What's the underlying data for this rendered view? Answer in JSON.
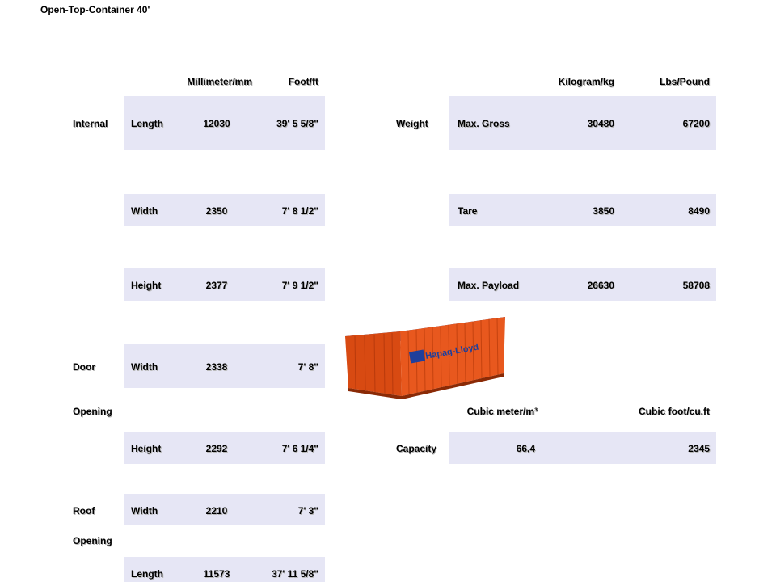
{
  "title": "Open-Top-Container  40'",
  "left_table": {
    "col_mm": "Millimeter/mm",
    "col_ft": "Foot/ft",
    "sections": {
      "internal": "Internal",
      "door": "Door",
      "opening1": "Opening",
      "roof": "Roof",
      "opening2": "Opening"
    },
    "rows": [
      {
        "label": "Length",
        "mm": "12030",
        "ft": "39' 5 5/8\""
      },
      {
        "label": "Width",
        "mm": "2350",
        "ft": "7' 8 1/2\""
      },
      {
        "label": "Height",
        "mm": "2377",
        "ft": "7' 9 1/2\""
      },
      {
        "label": "Width",
        "mm": "2338",
        "ft": "7' 8\""
      },
      {
        "label": "Height",
        "mm": "2292",
        "ft": "7' 6 1/4\""
      },
      {
        "label": "Width",
        "mm": "2210",
        "ft": "7' 3\""
      },
      {
        "label": "Length",
        "mm": "11573",
        "ft": "37' 11 5/8\""
      }
    ]
  },
  "weight_table": {
    "col_kg": "Kilogram/kg",
    "col_lbs": "Lbs/Pound",
    "section": "Weight",
    "rows": [
      {
        "label": "Max. Gross",
        "kg": "30480",
        "lbs": "67200"
      },
      {
        "label": "Tare",
        "kg": "3850",
        "lbs": "8490"
      },
      {
        "label": "Max. Payload",
        "kg": "26630",
        "lbs": "58708"
      }
    ]
  },
  "capacity_table": {
    "col_m3": "Cubic meter/m³",
    "col_cuft": "Cubic foot/cu.ft",
    "section": "Capacity",
    "m3": "66,4",
    "cuft": "2345"
  },
  "container_logo": "Hapag-Lloyd",
  "colors": {
    "cell_bg": "#e6e6f5",
    "container_orange": "#e8581e",
    "container_top": "#1f3f9c",
    "logo_blue": "#1f3f9c"
  }
}
